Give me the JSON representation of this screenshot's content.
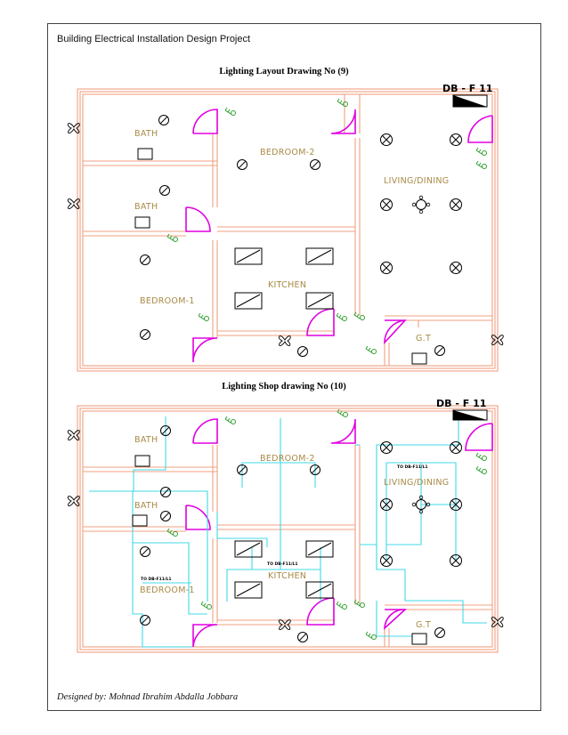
{
  "header": {
    "project_title": "Building Electrical Installation Design Project"
  },
  "drawings": [
    {
      "caption": "Lighting Layout Drawing No (9)",
      "db_label": "DB - F 11",
      "rooms": {
        "bath1": "BATH",
        "bath2": "BATH",
        "bedroom2": "BEDROOM-2",
        "living": "LIVING/DINING",
        "kitchen": "KITCHEN",
        "bedroom1": "BEDROOM-1",
        "gt": "G.T"
      }
    },
    {
      "caption": "Lighting Shop drawing No (10)",
      "db_label": "DB - F 11",
      "rooms": {
        "bath1": "BATH",
        "bath2": "BATH",
        "bedroom2": "BEDROOM-2",
        "living": "LIVING/DINING",
        "kitchen": "KITCHEN",
        "bedroom1": "BEDROOM-1",
        "gt": "G.T"
      },
      "circuit_labels": {
        "living": "TO DB-F11/L1",
        "kitchen": "TO DB-F11/L1",
        "bedroom1": "TO DB-F11/L1"
      }
    }
  ],
  "footer": {
    "designer": "Designed by: Mohnad Ibrahim Abdalla Jobbara"
  },
  "colors": {
    "wall": "#f0a080",
    "door": "#e000e0",
    "wiring": "#40d8e8",
    "switch": "#2ea02e",
    "room_label": "#a88a45"
  }
}
